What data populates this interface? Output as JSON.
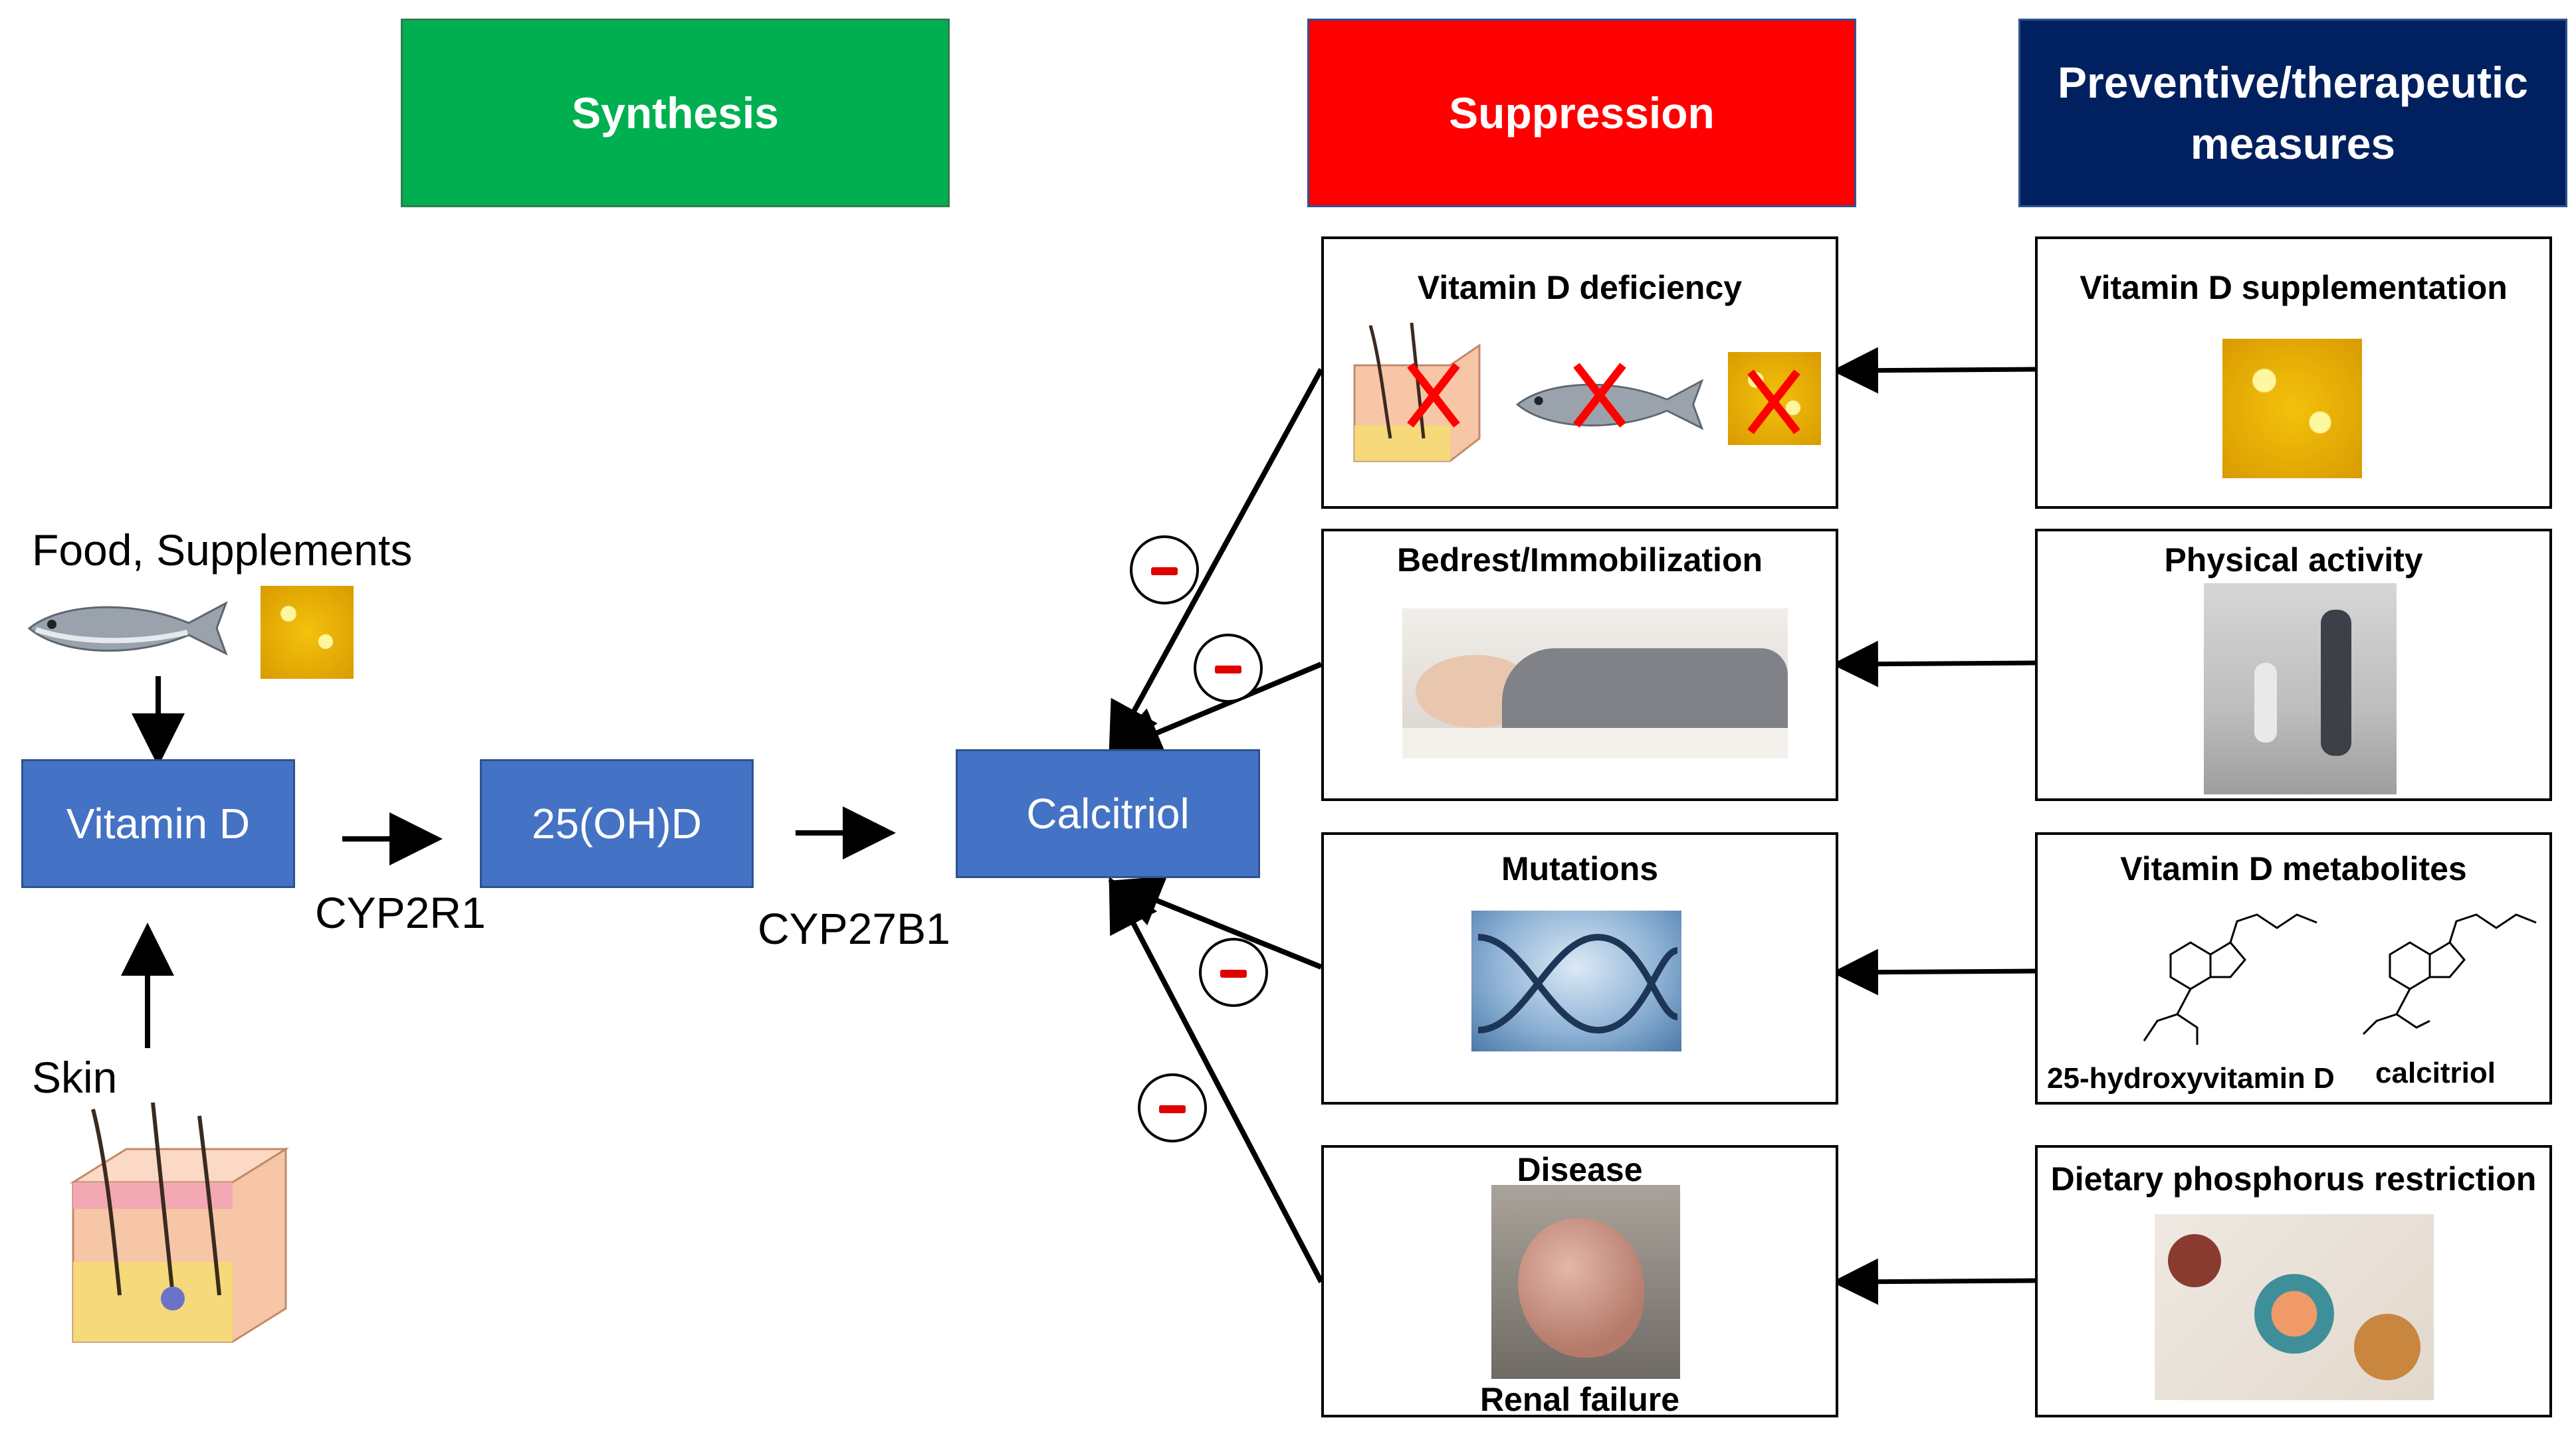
{
  "headers": {
    "synthesis": "Synthesis",
    "suppression": "Suppression",
    "preventive_line1": "Preventive/therapeutic",
    "preventive_line2": "measures"
  },
  "left": {
    "food_label": "Food, Supplements",
    "skin_label": "Skin",
    "vitamin_d": "Vitamin D",
    "ohd": "25(OH)D",
    "calcitriol": "Calcitriol",
    "enzyme1": "CYP2R1",
    "enzyme2": "CYP27B1"
  },
  "suppression": {
    "deficiency": "Vitamin D deficiency",
    "bedrest": "Bedrest/Immobilization",
    "mutations": "Mutations",
    "disease": "Disease",
    "renal": "Renal failure"
  },
  "measures": {
    "supplementation": "Vitamin D supplementation",
    "activity": "Physical activity",
    "metabolites": "Vitamin D metabolites",
    "mol1": "25-hydroxyvitamin D",
    "mol2": "calcitriol",
    "phosphorus": "Dietary phosphorus restriction"
  },
  "colors": {
    "synthesis": "#00b050",
    "suppression": "#ff0000",
    "preventive": "#002060",
    "box_blue": "#4472c4",
    "minus_red": "#e00000"
  }
}
